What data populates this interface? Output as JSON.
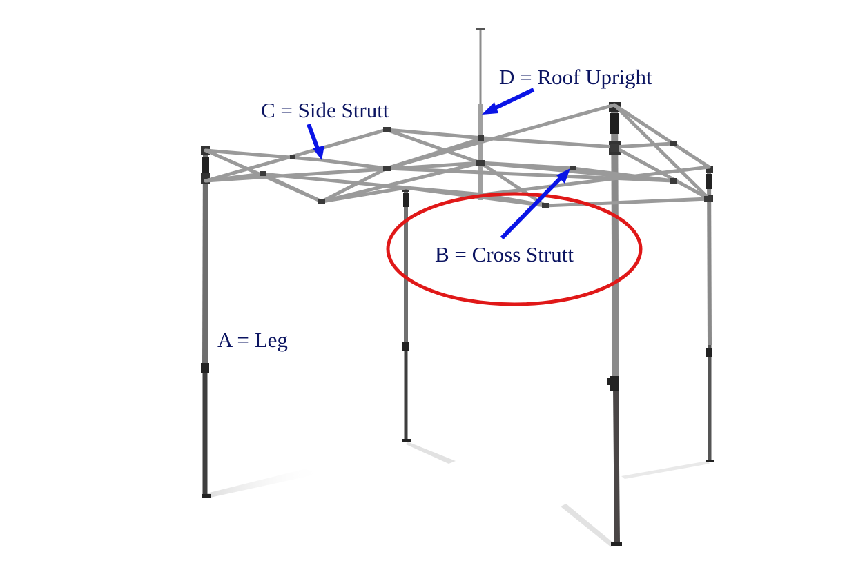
{
  "diagram": {
    "subject": "pop-up canopy frame",
    "labels": {
      "leg": "A = Leg",
      "cross_strutt": "B = Cross Strutt",
      "side_strutt": "C = Side Strutt",
      "roof_upright": "D = Roof Upright"
    },
    "colors": {
      "label_text": "#0b1461",
      "arrow": "#0a14e6",
      "highlight_ellipse": "#e01818",
      "frame_light": "#9a9a9a",
      "frame_dark": "#3a3a3a",
      "leg": "#4a4a4a",
      "background": "#ffffff"
    },
    "highlight": "B = Cross Strutt"
  }
}
